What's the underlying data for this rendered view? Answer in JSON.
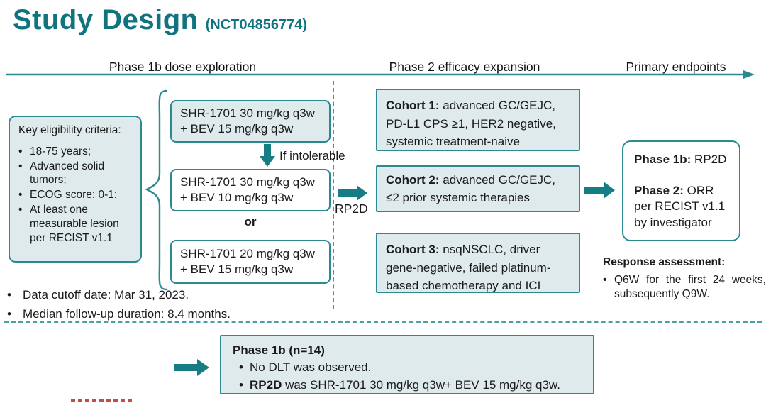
{
  "title": {
    "main": "Study Design",
    "nct": "(NCT04856774)"
  },
  "timeline": {
    "phase1b_header": "Phase 1b dose exploration",
    "phase2_header": "Phase 2 efficacy expansion",
    "endpoints_header": "Primary endpoints"
  },
  "eligibility": {
    "title": "Key eligibility criteria:",
    "items": [
      "18-75 years;",
      "Advanced solid tumors;",
      "ECOG score: 0-1;",
      "At least one measurable lesion per RECIST v1.1"
    ]
  },
  "dose_exploration": {
    "box1": {
      "line1": "SHR-1701 30 mg/kg q3w",
      "line2": "+ BEV 15 mg/kg q3w"
    },
    "intolerable_label": "If intolerable",
    "box2": {
      "line1": "SHR-1701 30 mg/kg q3w",
      "line2": "+ BEV 10 mg/kg q3w"
    },
    "or_label": "or",
    "box3": {
      "line1": "SHR-1701 20 mg/kg q3w",
      "line2": "+ BEV 15 mg/kg q3w"
    }
  },
  "rp2d_label": "RP2D",
  "cohorts": [
    {
      "label": "Cohort 1:",
      "text": " advanced GC/GEJC, PD-L1 CPS ≥1, HER2 negative, systemic treatment-naive"
    },
    {
      "label": "Cohort 2:",
      "text": " advanced GC/GEJC, ≤2 prior systemic therapies"
    },
    {
      "label": "Cohort 3:",
      "text": " nsqNSCLC, driver gene-negative, failed platinum-based chemotherapy and ICI"
    }
  ],
  "endpoints_box": {
    "phase1b_label": "Phase 1b:",
    "phase1b_value": " RP2D",
    "phase2_label": "Phase 2:",
    "phase2_value": " ORR",
    "phase2_line2": "per RECIST v1.1",
    "phase2_line3": "by investigator"
  },
  "response_assessment": {
    "title": "Response assessment:",
    "items": [
      "Q6W for the first 24 weeks, subsequently Q9W."
    ]
  },
  "notes": [
    "Data cutoff date: Mar 31, 2023.",
    "Median follow-up duration: 8.4 months."
  ],
  "results_box": {
    "title": "Phase 1b (n=14)",
    "bullet1": "No DLT was observed.",
    "bullet2_label": "RP2D",
    "bullet2_text": " was SHR-1701 30 mg/kg q3w+ BEV 15 mg/kg q3w."
  },
  "colors": {
    "teal_title": "#0f7480",
    "teal_border": "#2b8a90",
    "teal_arrow": "#177d84",
    "light_fill": "#dfeaed",
    "text": "#1a1a1a",
    "red_mark": "#c0504d"
  }
}
